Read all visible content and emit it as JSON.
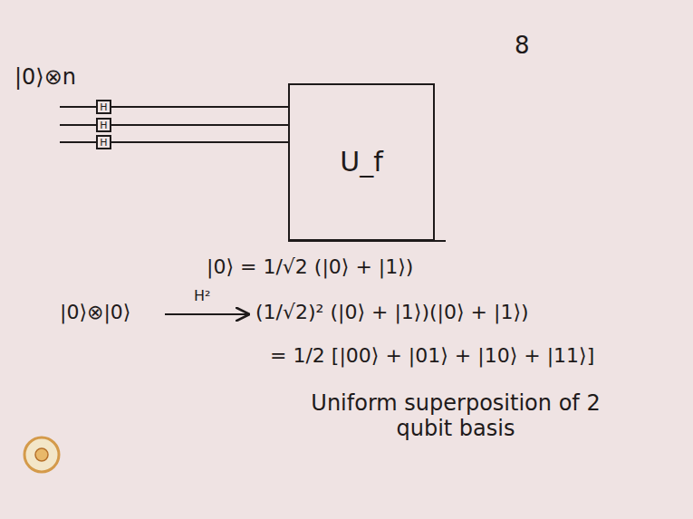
{
  "diagram": {
    "nodes": [
      {
        "text": [
          "H"
        ]
      },
      {
        "text": [
          "H"
        ]
      },
      {
        "text": [
          "H"
        ]
      },
      {
        "text": [
          "U_f"
        ]
      }
    ],
    "edges": [
      {
        "from": 0,
        "to": 3,
        "arrow": "none"
      },
      {
        "from": 1,
        "to": 3,
        "arrow": "none"
      },
      {
        "from": 2,
        "to": 3,
        "arrow": "none"
      }
    ],
    "labels": [
      "8",
      "|0⟩⊗n",
      "|0⟩ = 1/√2 (|0⟩ + |1⟩)",
      "|0⟩⊗|0⟩",
      "H²",
      "(1/√2)² (|0⟩ + |1⟩)(|0⟩ + |1⟩)",
      "= 1/2 [|00⟩ + |01⟩ + |10⟩ + |11⟩]",
      "Uniform superposition of 2 qubit basis"
    ]
  }
}
